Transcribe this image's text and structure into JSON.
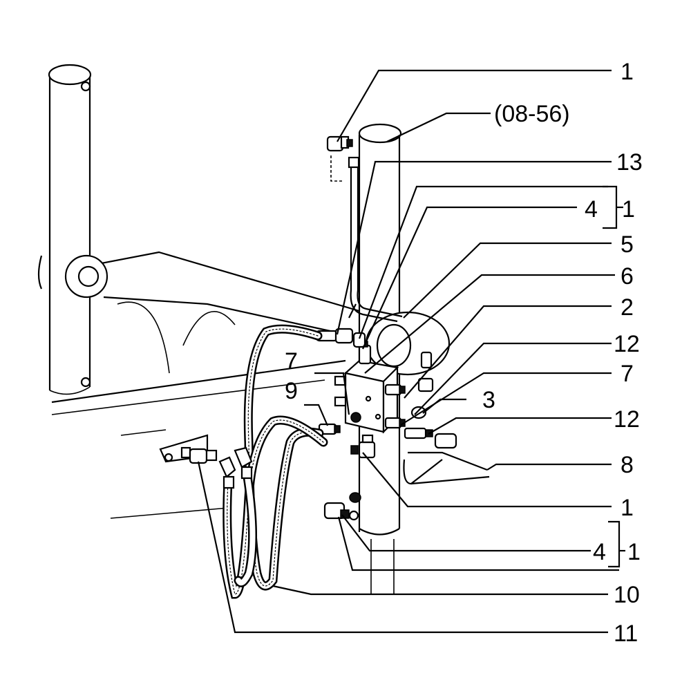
{
  "callouts": [
    {
      "id": "c1_top",
      "text": "1"
    },
    {
      "id": "c0856",
      "text": "(08-56)"
    },
    {
      "id": "c13",
      "text": "13"
    },
    {
      "id": "c4_a",
      "text": "4"
    },
    {
      "id": "c1_a",
      "text": "1"
    },
    {
      "id": "c5",
      "text": "5"
    },
    {
      "id": "c6",
      "text": "6"
    },
    {
      "id": "c2",
      "text": "2"
    },
    {
      "id": "c12_a",
      "text": "12"
    },
    {
      "id": "c7_r",
      "text": "7"
    },
    {
      "id": "c3",
      "text": "3"
    },
    {
      "id": "c12_b",
      "text": "12"
    },
    {
      "id": "c8",
      "text": "8"
    },
    {
      "id": "c1_mid",
      "text": "1"
    },
    {
      "id": "c4_b",
      "text": "4"
    },
    {
      "id": "c1_b",
      "text": "1"
    },
    {
      "id": "c10",
      "text": "10"
    },
    {
      "id": "c11",
      "text": "11"
    },
    {
      "id": "c7_l",
      "text": "7"
    },
    {
      "id": "c9",
      "text": "9"
    }
  ]
}
